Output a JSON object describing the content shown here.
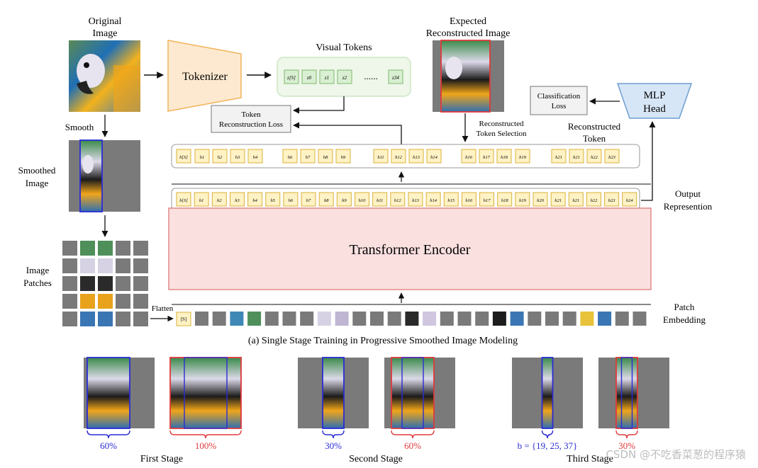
{
  "labels": {
    "original_image": [
      "Original",
      "Image"
    ],
    "tokenizer": "Tokenizer",
    "visual_tokens_title": "Visual Tokens",
    "visual_tokens": [
      "z[S]",
      "z0",
      "z1",
      "z2",
      "......",
      "z34"
    ],
    "expected_image": [
      "Expected",
      "Reconstructed Image"
    ],
    "mlp_head": [
      "MLP",
      "Head"
    ],
    "classification_loss": [
      "Classification",
      "Loss"
    ],
    "token_reconstruction_loss": [
      "Token",
      "Reconstruction Loss"
    ],
    "smooth": "Smooth",
    "smoothed_image": [
      "Smoothed",
      "Image"
    ],
    "reconstructed_token_selection": [
      "Reconstructed",
      "Token Selection"
    ],
    "reconstructed_token": [
      "Reconstructed",
      "Token"
    ],
    "selected_tokens": [
      "h[S]",
      "h1",
      "h2",
      "h3",
      "h4",
      "h6",
      "h7",
      "h8",
      "h9",
      "h11",
      "h12",
      "h13",
      "h14",
      "h16",
      "h17",
      "h18",
      "h19",
      "h21",
      "h21",
      "h22",
      "h23"
    ],
    "output_tokens": [
      "h[S]",
      "h1",
      "h2",
      "h3",
      "h4",
      "h5",
      "h6",
      "h7",
      "h8",
      "h9",
      "h10",
      "h11",
      "h12",
      "h13",
      "h14",
      "h15",
      "h16",
      "h17",
      "h18",
      "h19",
      "h20",
      "h21",
      "h21",
      "h22",
      "h23",
      "h24"
    ],
    "output_representation": [
      "Output",
      "Represention"
    ],
    "transformer_encoder": "Transformer Encoder",
    "image_patches": [
      "Image",
      "Patches"
    ],
    "flatten": "Flatten",
    "cls_patch": "[S]",
    "patch_embedding": [
      "Patch",
      "Embedding"
    ],
    "caption": "(a) Single Stage Training in Progressive Smoothed Image Modeling",
    "stages": [
      {
        "name": "First Stage",
        "blue_pct": "60%",
        "red_pct": "100%"
      },
      {
        "name": "Second Stage",
        "blue_pct": "30%",
        "red_pct": "60%"
      },
      {
        "name": "Third Stage",
        "blue_pct": "b = {19, 25, 37}",
        "red_pct": "30%"
      }
    ],
    "watermark": "CSDN @不吃香菜葱的程序猿"
  },
  "colors": {
    "tokenizer_fill": "#fde9cf",
    "tokenizer_stroke": "#f2b35a",
    "visual_token_fill": "#d9efd2",
    "visual_token_stroke": "#7fb86e",
    "token_fill": "#fff2c4",
    "token_stroke": "#d9b13a",
    "transformer_fill": "#fbe0e0",
    "transformer_stroke": "#e08a8a",
    "mlp_fill": "#d7e6f6",
    "mlp_stroke": "#6f9ed0",
    "loss_fill": "#f2f2f2",
    "loss_stroke": "#777777",
    "blue": "#2b2bd6",
    "red": "#e0393b",
    "gray_patch": "#7a7a7a"
  }
}
